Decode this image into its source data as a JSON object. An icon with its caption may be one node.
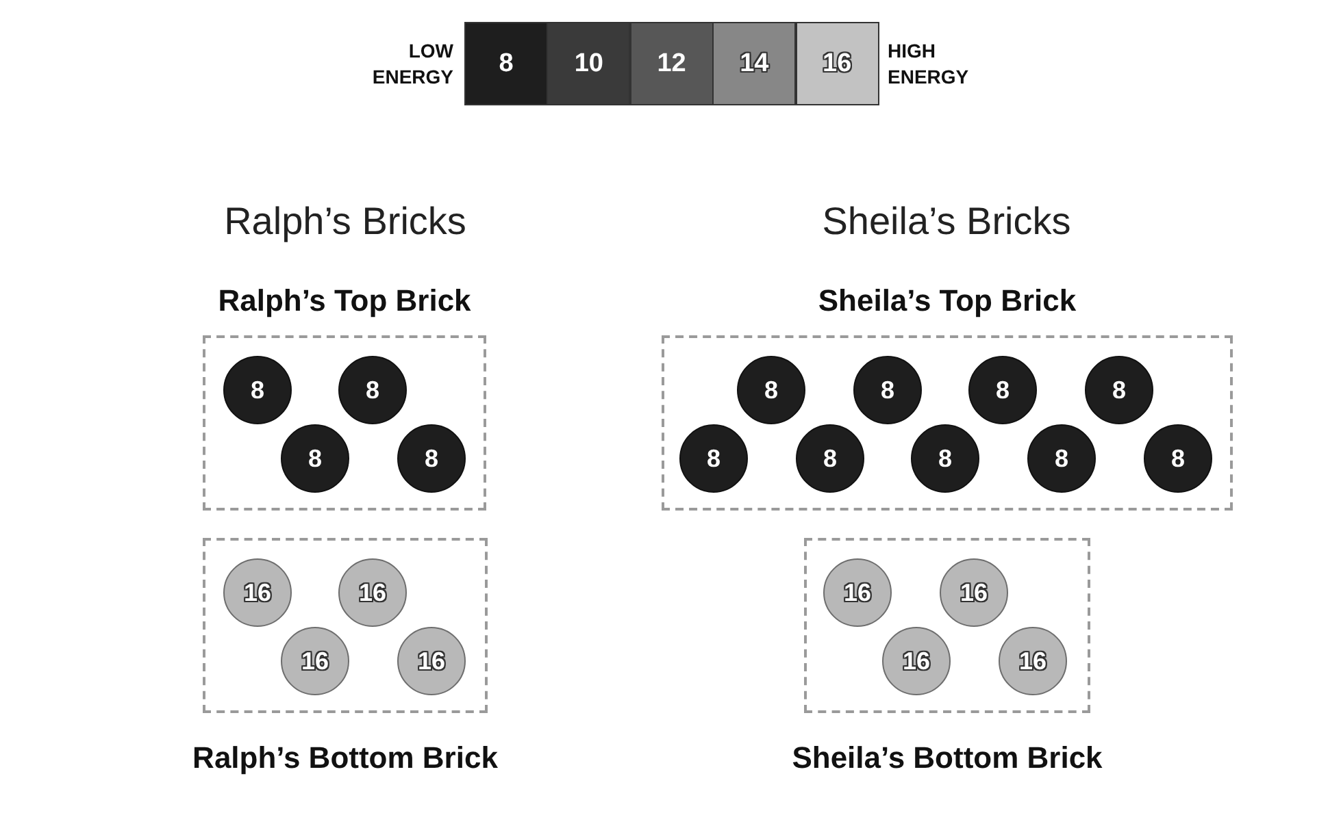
{
  "diagram": {
    "nodes": [
      {
        "text": [
          "Ralph’s Top Brick"
        ]
      },
      {
        "text": [
          "8"
        ],
        "in": 0
      },
      {
        "text": [
          "8"
        ],
        "in": 0
      },
      {
        "text": [
          "8"
        ],
        "in": 0
      },
      {
        "text": [
          "8"
        ],
        "in": 0
      },
      {
        "text": [
          "Sheila’s Top Brick"
        ]
      },
      {
        "text": [
          "8"
        ],
        "in": 5
      },
      {
        "text": [
          "8"
        ],
        "in": 5
      },
      {
        "text": [
          "8"
        ],
        "in": 5
      },
      {
        "text": [
          "8"
        ],
        "in": 5
      },
      {
        "text": [
          "8"
        ],
        "in": 5
      },
      {
        "text": [
          "8"
        ],
        "in": 5
      },
      {
        "text": [
          "8"
        ],
        "in": 5
      },
      {
        "text": [
          "8"
        ],
        "in": 5
      },
      {
        "text": [
          "8"
        ],
        "in": 5
      },
      {
        "text": [
          "Ralph’s Bottom Brick"
        ]
      },
      {
        "text": [
          "16"
        ],
        "in": 15
      },
      {
        "text": [
          "16"
        ],
        "in": 15
      },
      {
        "text": [
          "16"
        ],
        "in": 15
      },
      {
        "text": [
          "16"
        ],
        "in": 15
      },
      {
        "text": [
          "Sheila’s Bottom Brick"
        ]
      },
      {
        "text": [
          "16"
        ],
        "in": 20
      },
      {
        "text": [
          "16"
        ],
        "in": 20
      },
      {
        "text": [
          "16"
        ],
        "in": 20
      },
      {
        "text": [
          "16"
        ],
        "in": 20
      }
    ],
    "labels": [
      "LOW ENERGY",
      "HIGH ENERGY",
      "Ralph’s Bricks",
      "Sheila’s Bricks"
    ],
    "legend": [
      {
        "text": "8",
        "color": "#1e1e1e"
      },
      {
        "text": "10",
        "color": "#3a3a3a"
      },
      {
        "text": "12",
        "color": "#575757"
      },
      {
        "text": "14",
        "color": "#878787"
      },
      {
        "text": "16",
        "color": "#c2c2c2"
      }
    ]
  }
}
